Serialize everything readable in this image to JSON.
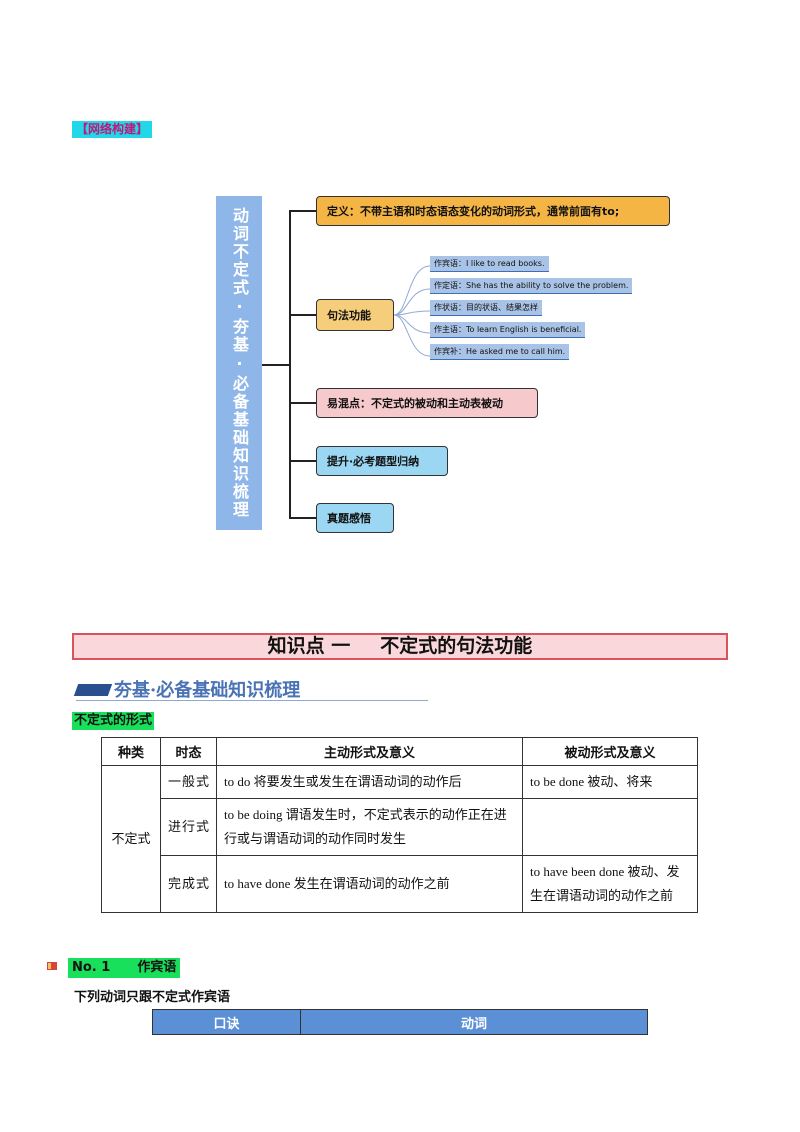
{
  "section_tag": "【网络构建】",
  "mindmap": {
    "root": "动词不定式·夯基·必备基础知识梳理",
    "definition": "定义：不带主语和时态语态变化的动词形式，通常前面有to;",
    "syntax": "句法功能",
    "syntax_items": [
      "作宾语：I like to read books.",
      "作定语：She has the ability to solve the problem.",
      "作状语：目的状语、结果怎样",
      "作主语：To learn English is beneficial.",
      "作宾补：He asked me to call him."
    ],
    "confusion": "易混点：不定式的被动和主动表被动",
    "upgrade": "提升·必考题型归纳",
    "real": "真题感悟"
  },
  "knowledge_point": {
    "label": "知识点 一",
    "title": "不定式的句法功能"
  },
  "basics_heading": "夯基·必备基础知识梳理",
  "forms_subtitle": "不定式的形式",
  "forms_table": {
    "headers": [
      "种类",
      "时态",
      "主动形式及意义",
      "被动形式及意义"
    ],
    "kind": "不定式",
    "rows": [
      {
        "tense": "一般式",
        "active": "to do  将要发生或发生在谓语动词的动作后",
        "passive": "to be done  被动、将来"
      },
      {
        "tense": "进行式",
        "active": "to be doing  谓语发生时，不定式表示的动作正在进行或与谓语动词的动作同时发生",
        "passive": ""
      },
      {
        "tense": "完成式",
        "active": "to have done 发生在谓语动词的动作之前",
        "passive": "to have been done 被动、发生在谓语动词的动作之前"
      }
    ]
  },
  "no1": {
    "label": "No. 1",
    "title": "作宾语"
  },
  "no1_subtitle": "下列动词只跟不定式作宾语",
  "mnemonic_table": {
    "headers": [
      "口诀",
      "动词"
    ]
  },
  "colors": {
    "tag_bg": "#22d7e8",
    "highlight_green": "#18e05a",
    "root_blue": "#8fb6e8",
    "header_blue": "#5b8fd6",
    "kp_border": "#d8555d"
  }
}
